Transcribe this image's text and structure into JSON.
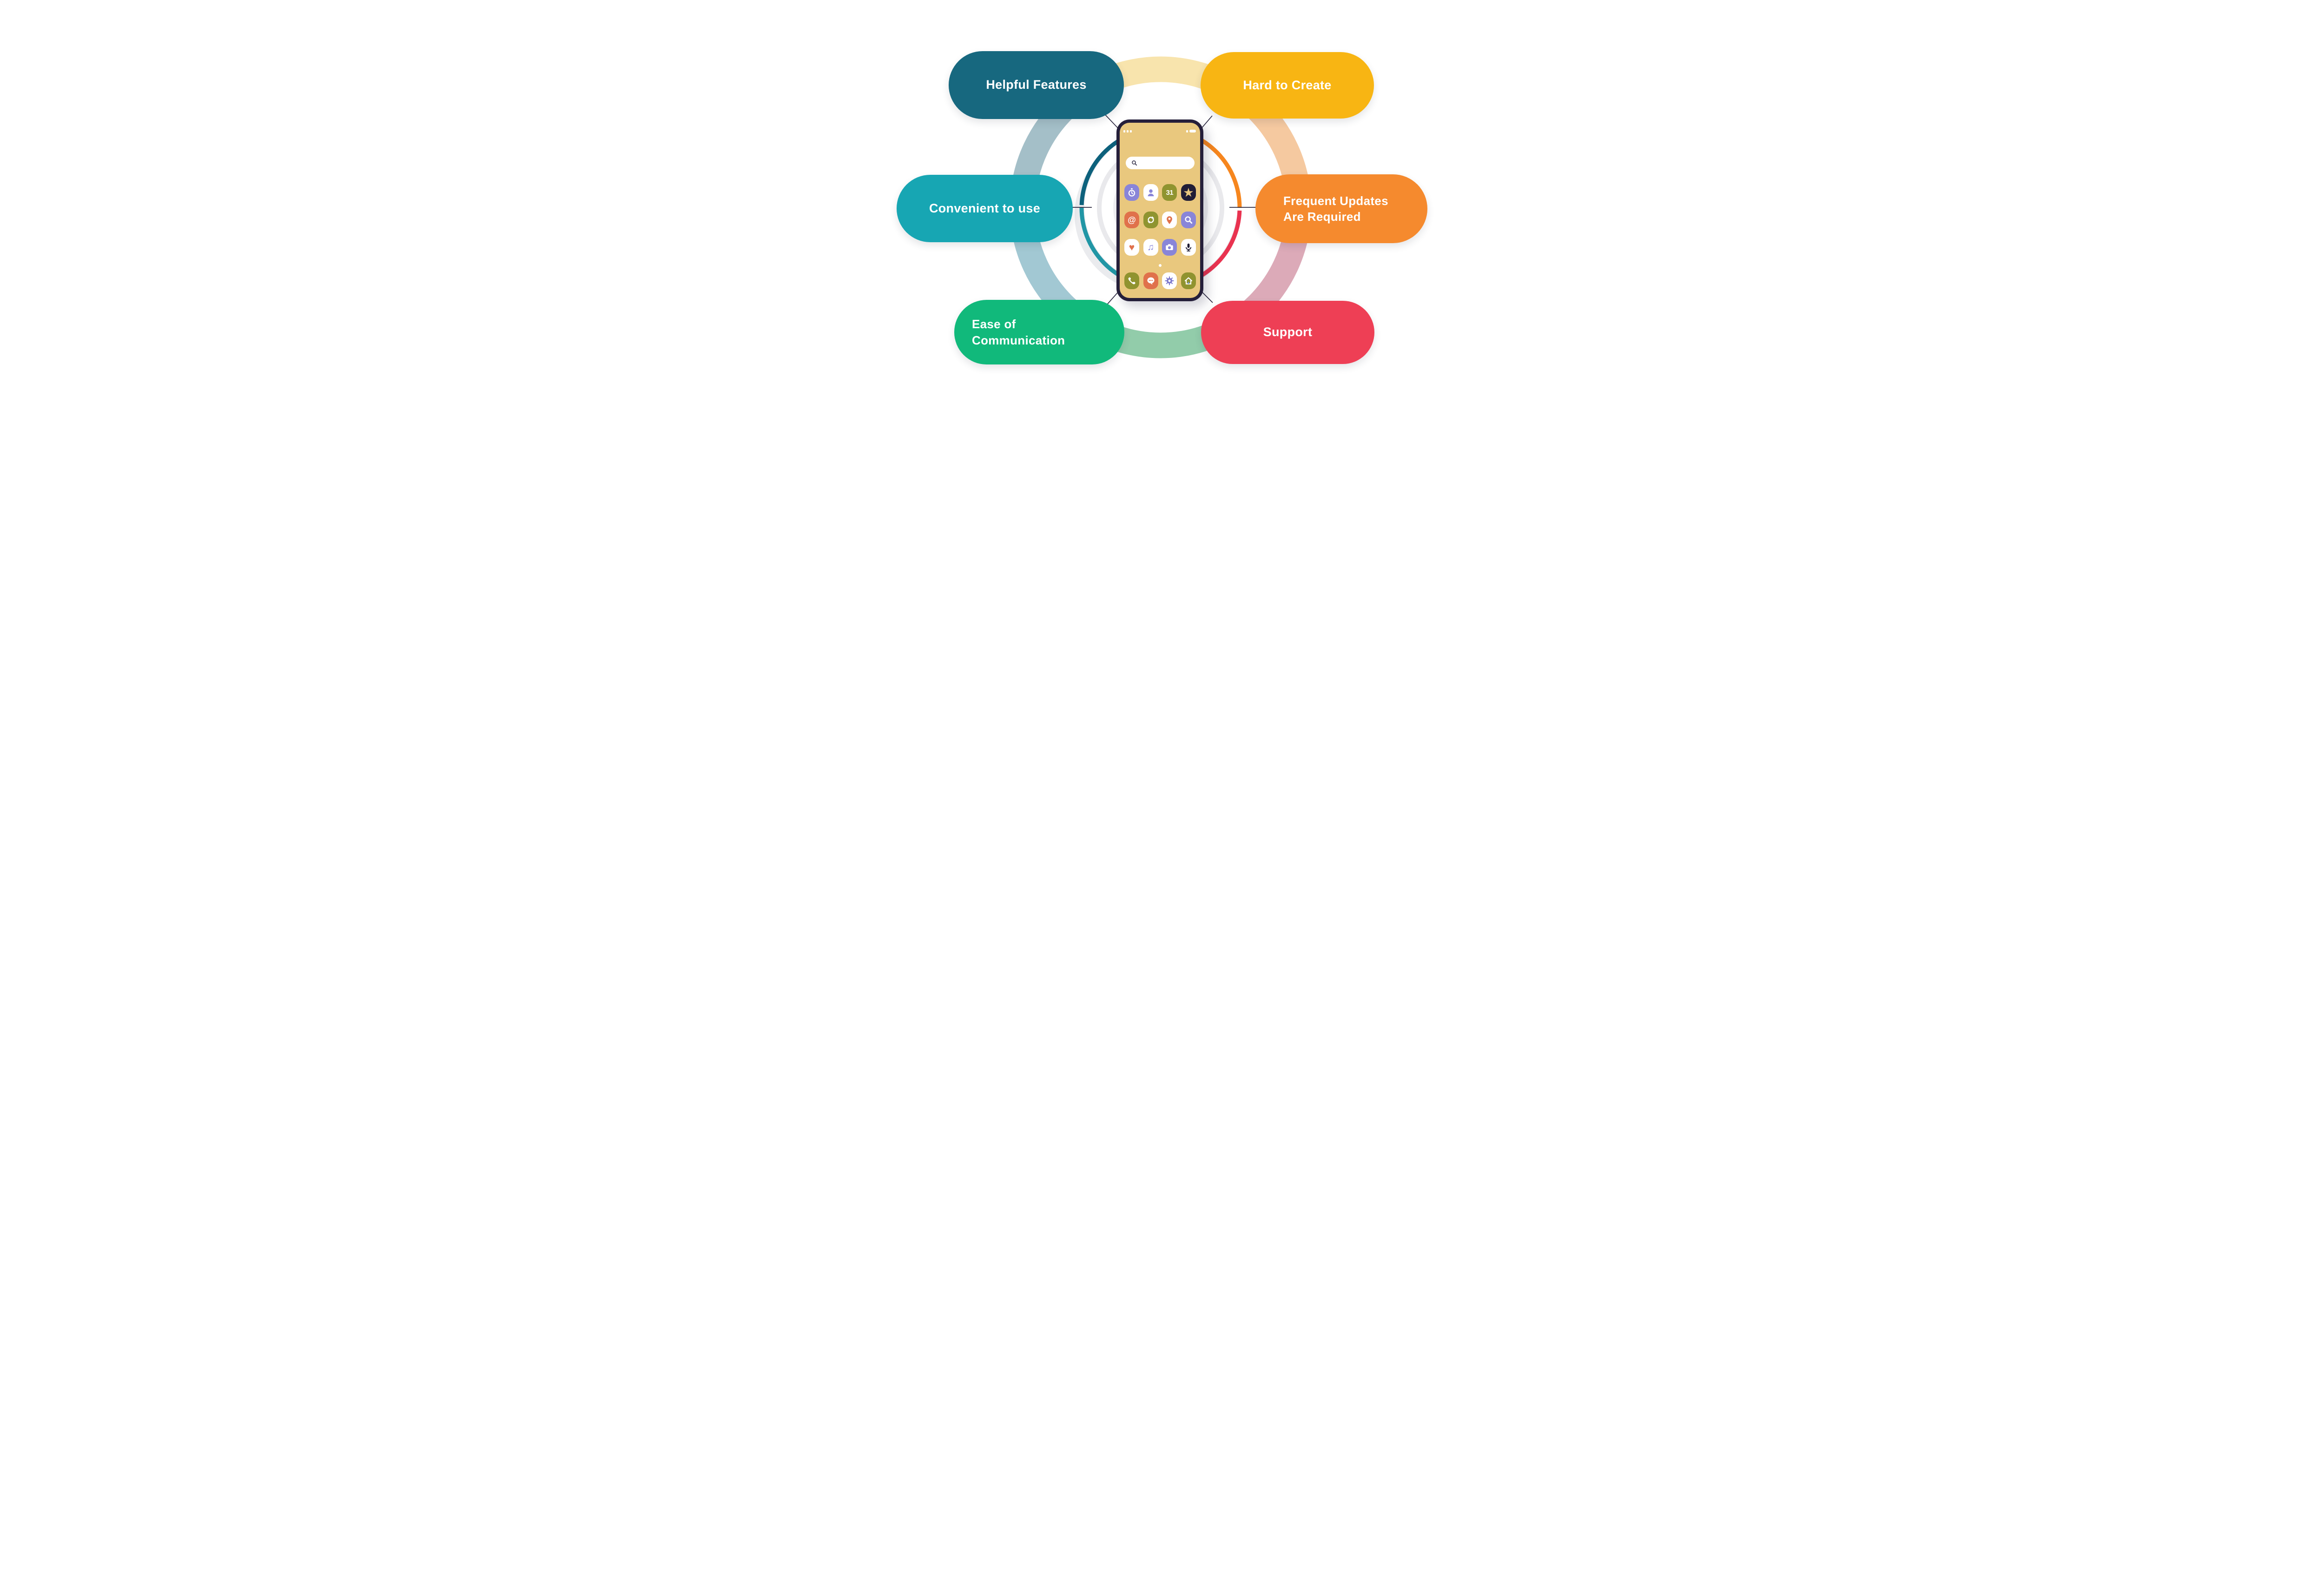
{
  "diagram": {
    "title": "mobile app pros and cons wheel",
    "connector_color": "#2b2840",
    "pills": [
      {
        "id": "helpful-features",
        "label": "Helpful Features",
        "color": "#17687f"
      },
      {
        "id": "hard-to-create",
        "label": "Hard to Create",
        "color": "#f8b513"
      },
      {
        "id": "convenient-to-use",
        "label": "Convenient to use",
        "color": "#17a6b3"
      },
      {
        "id": "frequent-updates",
        "label": "Frequent Updates\nAre Required",
        "color": "#f58a2e"
      },
      {
        "id": "ease-of-communication",
        "label": "Ease of\nCommunication",
        "color": "#11b97b"
      },
      {
        "id": "support",
        "label": "Support",
        "color": "#ee3f55"
      }
    ],
    "ring": {
      "segments": [
        {
          "position": "top",
          "color": "#f8e4ad"
        },
        {
          "position": "upper-right",
          "color": "#f5c9a0"
        },
        {
          "position": "lower-right",
          "color": "#dcaab8"
        },
        {
          "position": "bottom",
          "color": "#92ccaa"
        },
        {
          "position": "lower-left",
          "color": "#a2c8d3"
        },
        {
          "position": "upper-left",
          "color": "#a4bfc8"
        }
      ]
    },
    "plate": {
      "rim_upper_left": "#0d617c",
      "rim_lower_left": "#2196a5",
      "rim_upper_right": "#f6861e",
      "rim_lower_right": "#e93350",
      "face": "#ffffff",
      "ridge": "#e9e9ec"
    }
  },
  "phone": {
    "frame_color": "#251f3a",
    "screen_color": "#e9c87e",
    "status_icons": [
      "speaker-dots",
      "battery"
    ],
    "search_icon": "magnifier",
    "page_indicator": "dot",
    "accents": {
      "home_door": "#6b8fd3",
      "glyph_dark": "#1d1a32",
      "search_stroke": "#2a2740"
    },
    "grid": [
      {
        "name": "stopwatch",
        "tile": "#8985d8",
        "glyph": "#ffffff"
      },
      {
        "name": "contacts",
        "tile": "#ffffff",
        "glyph": "#8985d8"
      },
      {
        "name": "calendar",
        "tile": "#8f9430",
        "glyph": "#ffffff",
        "char": "31"
      },
      {
        "name": "favorites-star",
        "tile": "#201d36",
        "glyph": "#e9c77e",
        "char": "★"
      },
      {
        "name": "mail",
        "tile": "#e0714b",
        "glyph": "#ffffff",
        "char": "@"
      },
      {
        "name": "sync",
        "tile": "#8f9430",
        "glyph": "#ffffff"
      },
      {
        "name": "maps",
        "tile": "#ffffff",
        "glyph": "#e0714b"
      },
      {
        "name": "search",
        "tile": "#8985d8",
        "glyph": "#ffffff"
      },
      {
        "name": "health",
        "tile": "#ffffff",
        "glyph": "#e0714b",
        "char": "♥"
      },
      {
        "name": "music",
        "tile": "#ffffff",
        "glyph": "#8985d8",
        "char": "♫"
      },
      {
        "name": "camera",
        "tile": "#8985d8",
        "glyph": "#ffffff"
      },
      {
        "name": "voice-recorder",
        "tile": "#ffffff",
        "glyph": "#1d1a32"
      }
    ],
    "dock": [
      {
        "name": "phone",
        "tile": "#90932f",
        "glyph": "#ffffff"
      },
      {
        "name": "messages",
        "tile": "#e0714b",
        "glyph": "#ffffff"
      },
      {
        "name": "settings",
        "tile": "#ffffff",
        "glyph": "#7a76cc"
      },
      {
        "name": "home",
        "tile": "#90932f",
        "glyph": "#ffffff"
      }
    ]
  }
}
